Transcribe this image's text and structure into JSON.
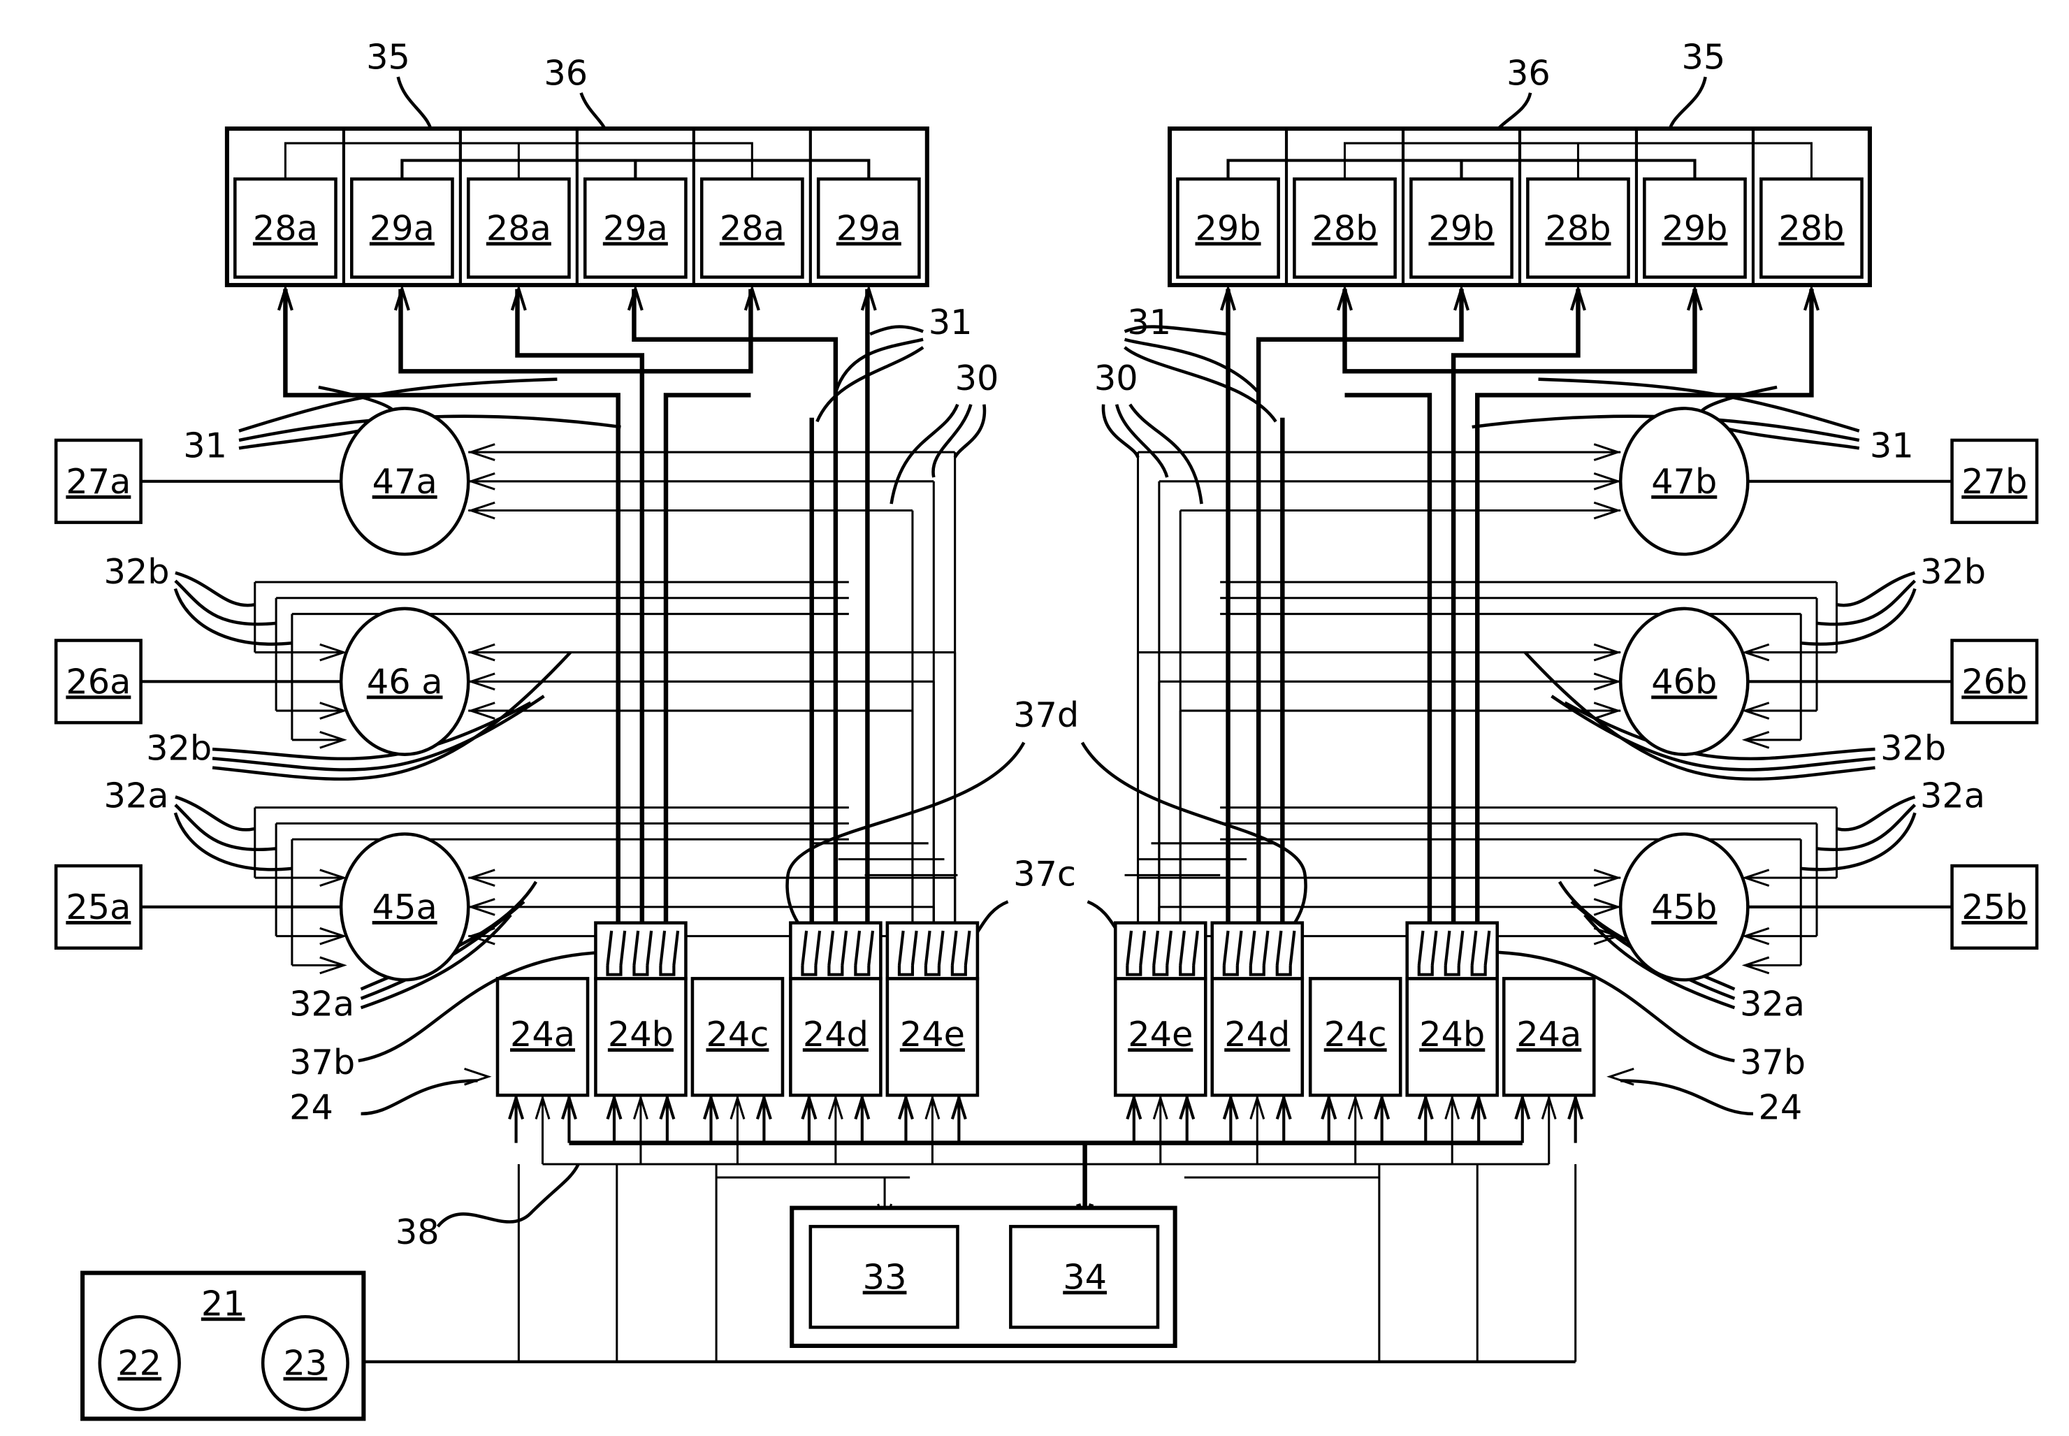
{
  "figure": {
    "type": "patent-schematic",
    "top_left_group": {
      "label_35": "35",
      "label_36": "36",
      "units": [
        "28a",
        "29a",
        "28a",
        "29a",
        "28a",
        "29a"
      ]
    },
    "top_right_group": {
      "label_35": "35",
      "label_36": "36",
      "units": [
        "29b",
        "28b",
        "29b",
        "28b",
        "29b",
        "28b"
      ]
    },
    "left_side": {
      "sources": [
        "27a",
        "26a",
        "25a"
      ],
      "circles": [
        "47a",
        "46 a",
        "45a"
      ],
      "refs": {
        "r31": "31",
        "r32b_top": "32b",
        "r32b_bottom": "32b",
        "r32a_top": "32a",
        "r32a_bottom": "32a",
        "r37b": "37b",
        "r24": "24"
      }
    },
    "right_side": {
      "sources": [
        "27b",
        "26b",
        "25b"
      ],
      "circles": [
        "47b",
        "46b",
        "45b"
      ],
      "refs": {
        "r31": "31",
        "r32b_top": "32b",
        "r32b_bottom": "32b",
        "r32a_top": "32a",
        "r32a_bottom": "32a",
        "r37b": "37b",
        "r24": "24"
      }
    },
    "center_refs": {
      "r31_left": "31",
      "r31_right": "31",
      "r30_left": "30",
      "r30_right": "30",
      "r37d": "37d",
      "r37c": "37c",
      "r38": "38"
    },
    "modules_left": [
      "24a",
      "24b",
      "24c",
      "24d",
      "24e"
    ],
    "modules_right": [
      "24e",
      "24d",
      "24c",
      "24b",
      "24a"
    ],
    "control": {
      "box_33": "33",
      "box_34": "34"
    },
    "power": {
      "box_21": "21",
      "circle_22": "22",
      "circle_23": "23"
    }
  }
}
